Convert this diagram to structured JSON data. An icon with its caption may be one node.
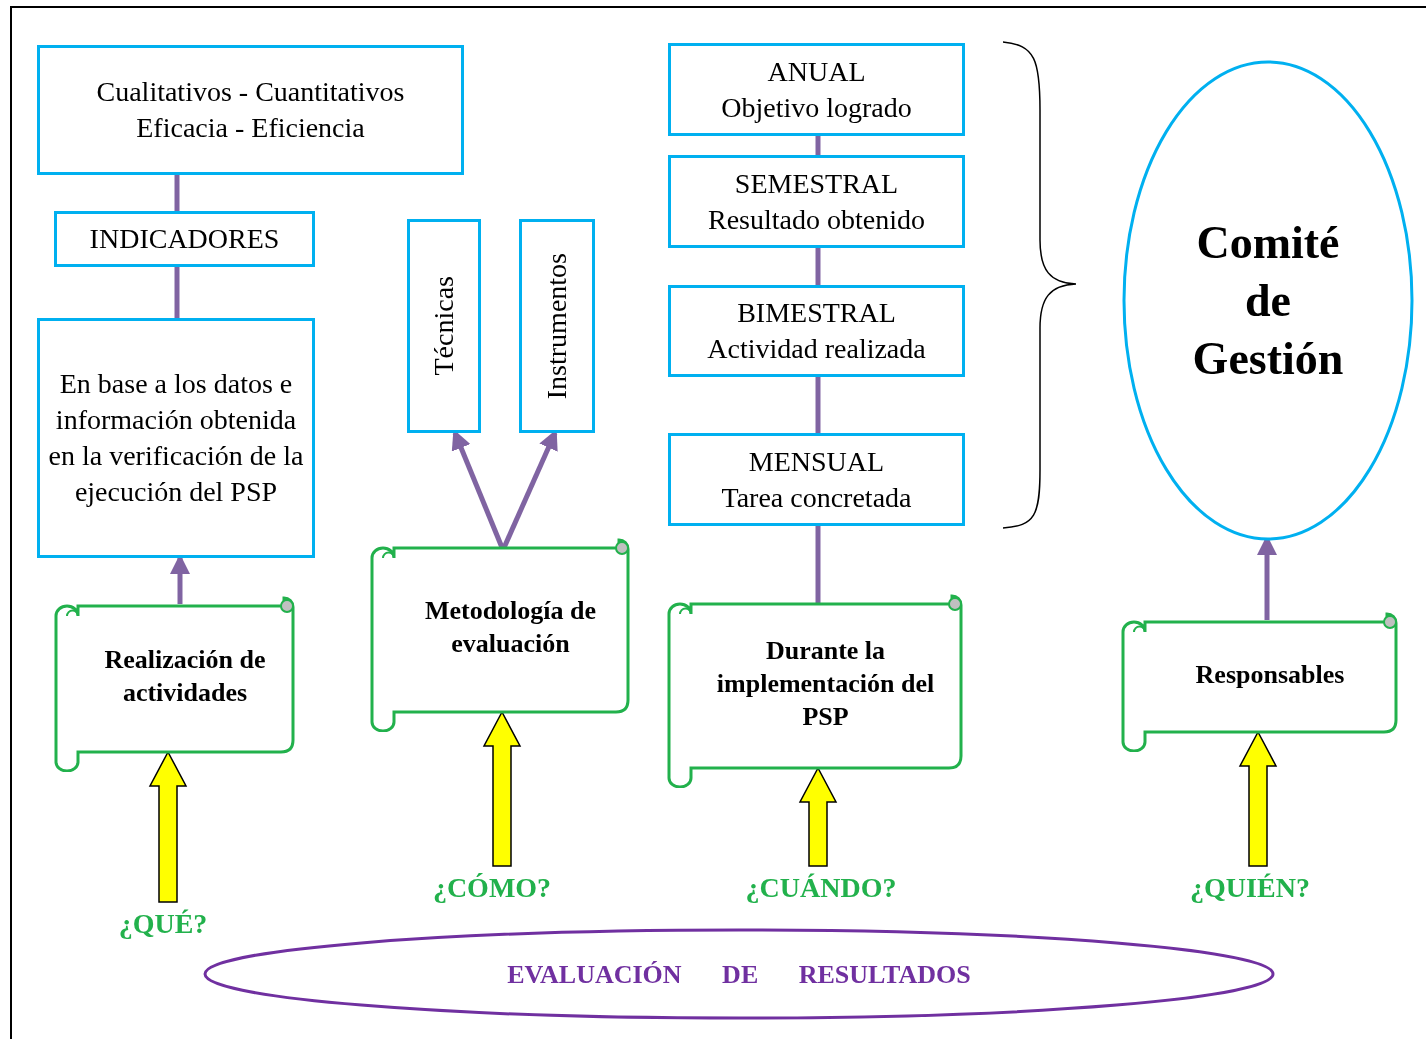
{
  "diagram": {
    "nodes": [
      {
        "text": [
          "Cualitativos - Cuantitativos",
          "Eficacia - Eficiencia"
        ]
      },
      {
        "text": [
          "INDICADORES"
        ]
      },
      {
        "text": [
          "En base a los datos e información obtenida en la verificación de la ejecución del PSP"
        ]
      },
      {
        "text": [
          "Técnicas"
        ]
      },
      {
        "text": [
          "Instrumentos"
        ]
      },
      {
        "text": [
          "ANUAL",
          "Objetivo logrado"
        ]
      },
      {
        "text": [
          "SEMESTRAL",
          "Resultado obtenido"
        ]
      },
      {
        "text": [
          "BIMESTRAL",
          "Actividad realizada"
        ]
      },
      {
        "text": [
          "MENSUAL",
          "Tarea concretada"
        ]
      },
      {
        "text": [
          "Comité de Gestión"
        ]
      },
      {
        "text": [
          "Realización de actividades"
        ]
      },
      {
        "text": [
          "Metodología de evaluación"
        ]
      },
      {
        "text": [
          "Durante la implementación del PSP"
        ]
      },
      {
        "text": [
          "Responsables"
        ]
      },
      {
        "text": [
          "¿QUÉ?"
        ]
      },
      {
        "text": [
          "¿CÓMO?"
        ]
      },
      {
        "text": [
          "¿CUÁNDO?"
        ]
      },
      {
        "text": [
          "¿QUIÉN?"
        ]
      },
      {
        "text": [
          "EVALUACIÓN DE RESULTADOS"
        ]
      }
    ],
    "edges": [
      {
        "from": 0,
        "to": 1,
        "arrow": "none"
      },
      {
        "from": 1,
        "to": 2,
        "arrow": "none"
      },
      {
        "from": 10,
        "to": 2,
        "arrow": "to"
      },
      {
        "from": 11,
        "to": 3,
        "arrow": "to"
      },
      {
        "from": 11,
        "to": 4,
        "arrow": "to"
      },
      {
        "from": 5,
        "to": 6,
        "arrow": "none"
      },
      {
        "from": 6,
        "to": 7,
        "arrow": "none"
      },
      {
        "from": 7,
        "to": 8,
        "arrow": "none"
      },
      {
        "from": 8,
        "to": 12,
        "arrow": "none"
      },
      {
        "from": 13,
        "to": 9,
        "arrow": "to"
      },
      {
        "from": 14,
        "to": 10,
        "arrow": "to",
        "style": "thick",
        "color": "#ffff00"
      },
      {
        "from": 15,
        "to": 11,
        "arrow": "to",
        "style": "thick",
        "color": "#ffff00"
      },
      {
        "from": 16,
        "to": 12,
        "arrow": "to",
        "style": "thick",
        "color": "#ffff00"
      },
      {
        "from": 17,
        "to": 13,
        "arrow": "to",
        "style": "thick",
        "color": "#ffff00"
      }
    ]
  }
}
